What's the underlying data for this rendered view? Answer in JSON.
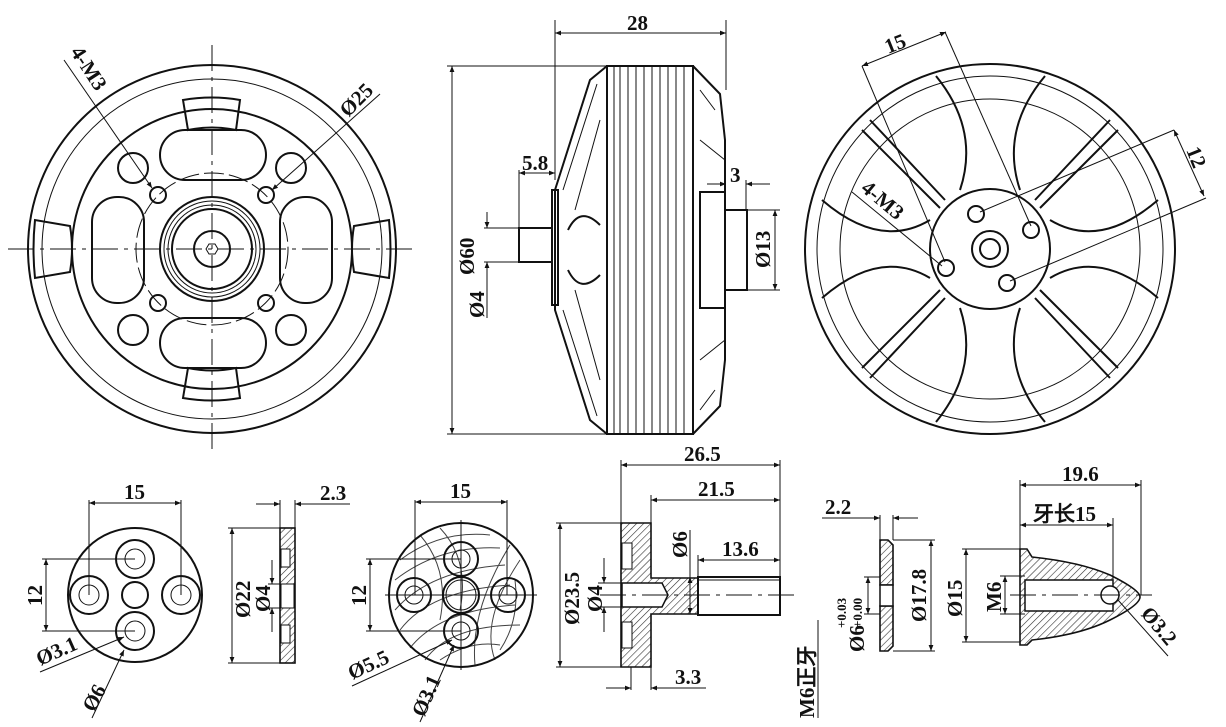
{
  "drawing": {
    "colors": {
      "line": "#111111",
      "background": "#ffffff"
    },
    "front_view": {
      "hole_callout": "4-M3",
      "bolt_circle": "Ø25"
    },
    "side_view": {
      "overall_length": "28",
      "outer_diameter": "Ø60",
      "shaft_protrusion": "5.8",
      "shaft_diameter": "Ø4",
      "boss_length": "3",
      "boss_diameter": "Ø13"
    },
    "rear_view": {
      "spacing_a": "15",
      "spacing_b": "12",
      "hole_callout": "4-M3"
    },
    "plate_front": {
      "spacing_a": "15",
      "spacing_b": "12",
      "hole_diameter": "Ø3.1",
      "counterbore_diameter": "Ø6"
    },
    "plate_side": {
      "thickness": "2.3",
      "outer_diameter": "Ø22",
      "bore_diameter": "Ø4"
    },
    "adapter_front": {
      "spacing_a": "15",
      "spacing_b": "12",
      "counterbore_diameter": "Ø5.5",
      "hole_diameter": "Ø3.1"
    },
    "adapter_side": {
      "overall_length": "26.5",
      "shaft_length": "21.5",
      "thread_length": "13.6",
      "flange_diameter": "Ø23.5",
      "bore_diameter": "Ø4",
      "shaft_diameter": "Ø6",
      "flange_thickness": "3.3",
      "thread_note": "M6正牙"
    },
    "washer": {
      "thickness": "2.2",
      "bore_tolerance": "Ø6",
      "tol_upper": "+0.03",
      "tol_lower": "+0.00",
      "outer_diameter": "Ø17.8"
    },
    "nut": {
      "overall_length": "19.6",
      "thread_depth": "牙长15",
      "outer_diameter": "Ø15",
      "thread": "M6",
      "cross_hole": "Ø3.2"
    }
  }
}
